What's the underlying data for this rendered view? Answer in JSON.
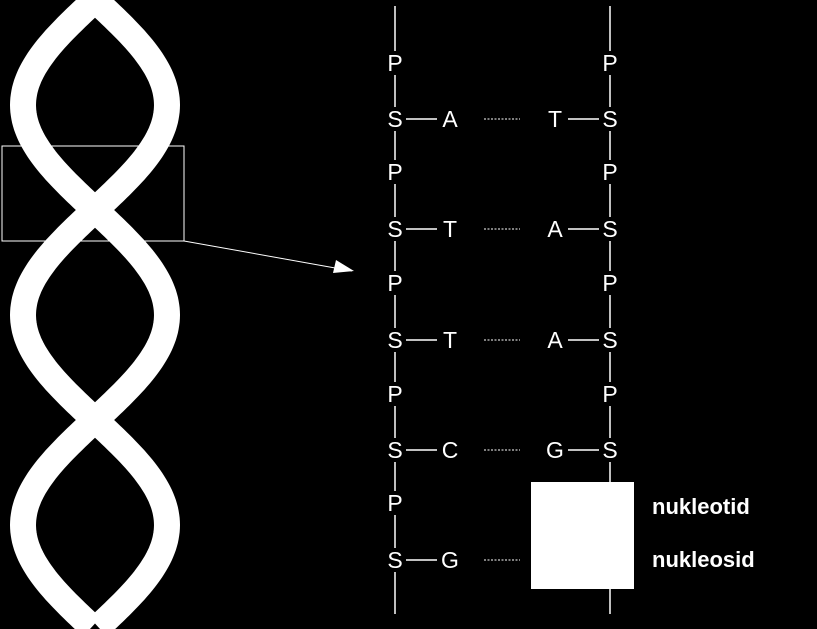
{
  "colors": {
    "background": "#000000",
    "foreground": "#ffffff"
  },
  "left_strand": {
    "rows": [
      {
        "backbone": "P"
      },
      {
        "backbone": "S",
        "base": "A"
      },
      {
        "backbone": "P"
      },
      {
        "backbone": "S",
        "base": "T"
      },
      {
        "backbone": "P"
      },
      {
        "backbone": "S",
        "base": "T"
      },
      {
        "backbone": "P"
      },
      {
        "backbone": "S",
        "base": "C"
      },
      {
        "backbone": "P"
      },
      {
        "backbone": "S",
        "base": "G"
      }
    ]
  },
  "right_strand": {
    "rows": [
      {
        "backbone": "P"
      },
      {
        "backbone": "S",
        "base": "T"
      },
      {
        "backbone": "P"
      },
      {
        "backbone": "S",
        "base": "A"
      },
      {
        "backbone": "P"
      },
      {
        "backbone": "S",
        "base": "A"
      },
      {
        "backbone": "P"
      },
      {
        "backbone": "S",
        "base": "G"
      }
    ]
  },
  "labels": {
    "nucleotide": "nukleotid",
    "nucleoside": "nukleosid"
  }
}
